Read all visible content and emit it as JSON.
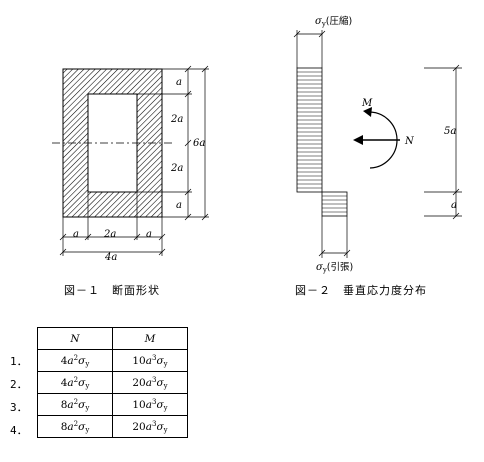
{
  "figure1": {
    "caption": "図－１　断面形状",
    "dims_right": [
      "a",
      "2a",
      "2a",
      "a"
    ],
    "dim_total_right": "6a",
    "dims_bottom": [
      "a",
      "2a",
      "a"
    ],
    "dim_total_bottom": "4a"
  },
  "figure2": {
    "caption": "図－２　垂直応力度分布",
    "top_label_sym": "σ",
    "top_label_sub": "y",
    "top_label_text": "(圧縮)",
    "bottom_label_sym": "σ",
    "bottom_label_sub": "y",
    "bottom_label_text": "(引張)",
    "moment_label": "M",
    "axial_label": "N",
    "dim_right_main": "5a",
    "dim_right_small": "a"
  },
  "table": {
    "headers": [
      "N",
      "M"
    ],
    "rows": [
      {
        "number": "1．",
        "n_coef": "4",
        "n_var": "a",
        "n_exp": "2",
        "m_coef": "10",
        "m_var": "a",
        "m_exp": "3"
      },
      {
        "number": "2．",
        "n_coef": "4",
        "n_var": "a",
        "n_exp": "2",
        "m_coef": "20",
        "m_var": "a",
        "m_exp": "3"
      },
      {
        "number": "3．",
        "n_coef": "8",
        "n_var": "a",
        "n_exp": "2",
        "m_coef": "10",
        "m_var": "a",
        "m_exp": "3"
      },
      {
        "number": "4．",
        "n_coef": "8",
        "n_var": "a",
        "n_exp": "2",
        "m_coef": "20",
        "m_var": "a",
        "m_exp": "3"
      }
    ],
    "sigma": "σ",
    "sigma_sub": "y"
  }
}
